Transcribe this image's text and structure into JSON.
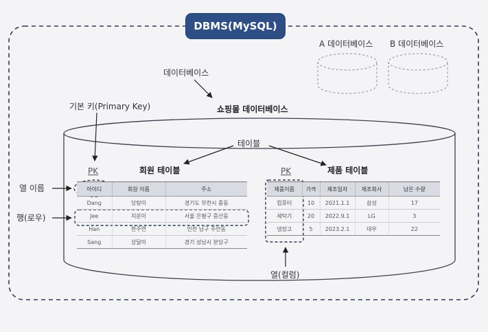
{
  "dbms": {
    "title": "DBMS(MySQL)"
  },
  "other_dbs": [
    {
      "label": "A 데이터베이스"
    },
    {
      "label": "B 데이터베이스"
    }
  ],
  "annotations": {
    "database": "데이터베이스",
    "primary_key": "기본 키(Primary Key)",
    "shopping_db": "쇼핑몰 데이터베이스",
    "table": "테이블",
    "column_name": "열 이름",
    "row": "행(로우)",
    "column": "열(컬럼)"
  },
  "member_table": {
    "pk": "PK",
    "title": "회원 테이블",
    "headers": [
      "아이디",
      "회원 이름",
      "주소"
    ],
    "rows": [
      [
        "Dang",
        "당탕이",
        "경기도 부천시 중동"
      ],
      [
        "Jee",
        "지운이",
        "서울 은평구 증산동"
      ],
      [
        "Han",
        "한주연",
        "인천 남구 주안동"
      ],
      [
        "Sang",
        "상달이",
        "경기 성남시 분당구"
      ]
    ]
  },
  "product_table": {
    "pk": "PK",
    "title": "제품 테이블",
    "headers": [
      "제품이름",
      "가격",
      "제조일자",
      "제조회사",
      "남은 수량"
    ],
    "rows": [
      [
        "컴퓨터",
        "10",
        "2021.1.1",
        "삼성",
        "17"
      ],
      [
        "세탁기",
        "20",
        "2022.9.1",
        "LG",
        "3"
      ],
      [
        "냉장고",
        "5",
        "2023.2.1",
        "대우",
        "22"
      ]
    ]
  },
  "colors": {
    "badge": "#2e4f86",
    "outline": "#2f3a55",
    "header": "#d9dbe3"
  }
}
